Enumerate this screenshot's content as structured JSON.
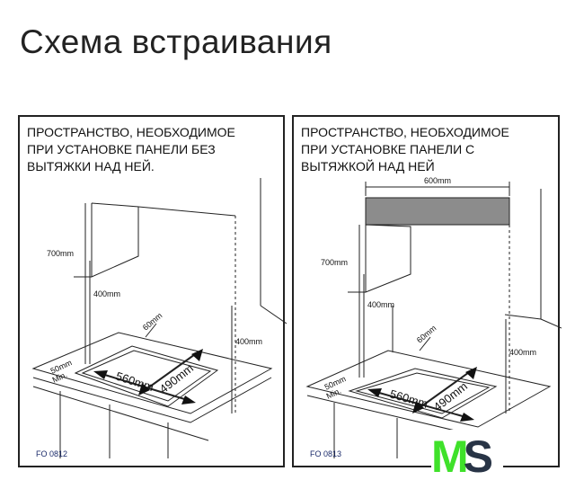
{
  "title": "Схема встраивания",
  "panels": [
    {
      "caption": "ПРОСТРАНСТВО, НЕОБХОДИМОЕ\nПРИ УСТАНОВКЕ ПАНЕЛИ БЕЗ\nВЫТЯЖКИ НАД НЕЙ.",
      "code": "FO 0812",
      "dims": {
        "height_top": "700mm",
        "height_cab": "400mm",
        "side": "400mm",
        "back": "60mm",
        "front": "50mm",
        "front_min": "Min.",
        "width": "560mm",
        "depth": "490mm"
      }
    },
    {
      "caption": "ПРОСТРАНСТВО, НЕОБХОДИМОЕ\nПРИ УСТАНОВКЕ ПАНЕЛИ С\nВЫТЯЖКОЙ НАД НЕЙ",
      "code": "FO 0813",
      "dims": {
        "hood_width": "600mm",
        "height_top": "700mm",
        "height_cab": "400mm",
        "side": "400mm",
        "back": "60mm",
        "front": "50mm",
        "front_min": "Min.",
        "width": "560mm",
        "depth": "490mm"
      }
    }
  ],
  "logo": {
    "m": "M",
    "s": "S",
    "colors": {
      "m": "#3fe12a",
      "s": "#283446"
    }
  }
}
